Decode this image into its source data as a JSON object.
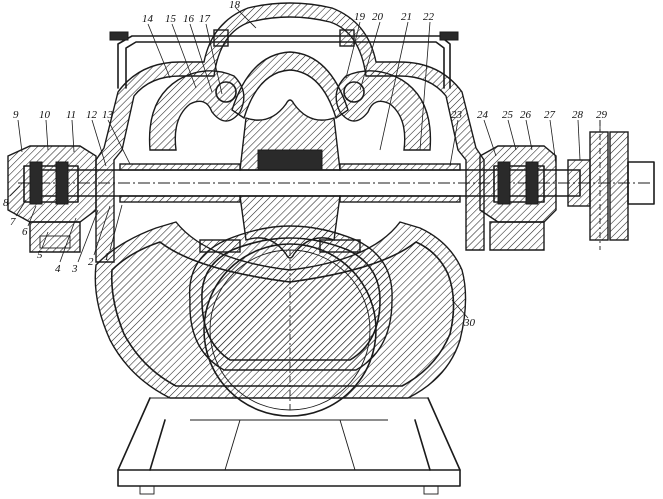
{
  "labels": [
    "1",
    "2",
    "3",
    "4",
    "5",
    "6",
    "7",
    "8",
    "9",
    "10",
    "11",
    "12",
    "13",
    "14",
    "15",
    "16",
    "17",
    "18",
    "19",
    "20",
    "21",
    "22",
    "23",
    "24",
    "25",
    "26",
    "27",
    "28",
    "29",
    "30"
  ]
}
